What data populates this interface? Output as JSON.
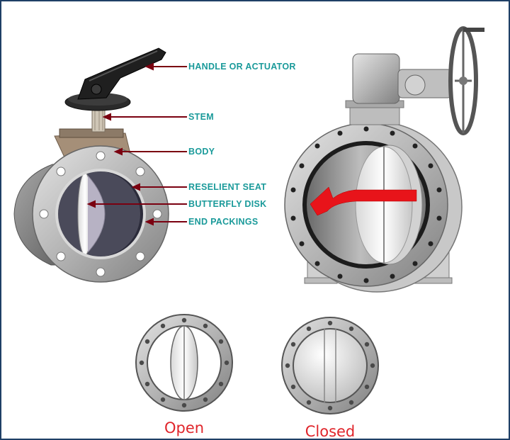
{
  "colors": {
    "callout_text": "#1a9a9a",
    "leader_line": "#7a0010",
    "state_caption": "#e0252b",
    "frame_border": "#1f3f66",
    "flow_arrow": "#e8141a"
  },
  "callouts": [
    {
      "id": "handle",
      "label": "HANDLE OR ACTUATOR"
    },
    {
      "id": "stem",
      "label": "STEM"
    },
    {
      "id": "body",
      "label": "BODY"
    },
    {
      "id": "seat",
      "label": "RESELIENT SEAT"
    },
    {
      "id": "disk",
      "label": "BUTTERFLY DISK"
    },
    {
      "id": "packings",
      "label": "END PACKINGS"
    }
  ],
  "states": {
    "open": {
      "label": "Open"
    },
    "closed": {
      "label": "Closed"
    }
  }
}
